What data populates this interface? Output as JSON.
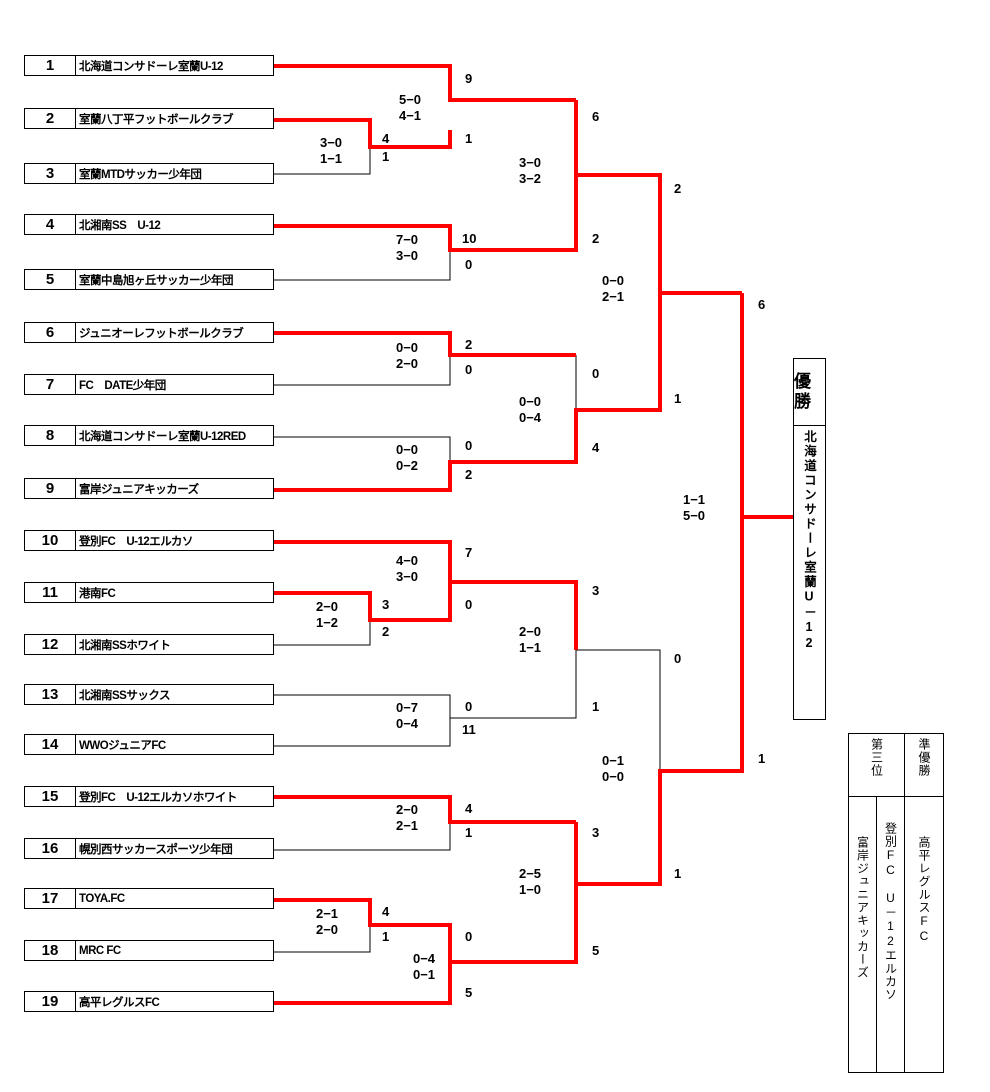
{
  "teams": [
    {
      "seed": "1",
      "name": "北海道コンサドーレ室蘭U-12"
    },
    {
      "seed": "2",
      "name": "室蘭八丁平フットボールクラブ"
    },
    {
      "seed": "3",
      "name": "室蘭MTDサッカー少年団"
    },
    {
      "seed": "4",
      "name": "北湘南SS　U-12"
    },
    {
      "seed": "5",
      "name": "室蘭中島旭ヶ丘サッカー少年団"
    },
    {
      "seed": "6",
      "name": "ジュニオーレフットボールクラブ"
    },
    {
      "seed": "7",
      "name": "FC　DATE少年団"
    },
    {
      "seed": "8",
      "name": "北海道コンサドーレ室蘭U-12RED"
    },
    {
      "seed": "9",
      "name": "富岸ジュニアキッカーズ"
    },
    {
      "seed": "10",
      "name": "登別FC　U-12エルカソ"
    },
    {
      "seed": "11",
      "name": "港南FC"
    },
    {
      "seed": "12",
      "name": "北湘南SSホワイト"
    },
    {
      "seed": "13",
      "name": "北湘南SSサックス"
    },
    {
      "seed": "14",
      "name": "WWOジュニアFC"
    },
    {
      "seed": "15",
      "name": "登別FC　U-12エルカソホワイト"
    },
    {
      "seed": "16",
      "name": "幌別西サッカースポーツ少年団"
    },
    {
      "seed": "17",
      "name": "TOYA.FC"
    },
    {
      "seed": "18",
      "name": "MRC FC"
    },
    {
      "seed": "19",
      "name": "高平レグルスFC"
    }
  ],
  "scores": [
    "9",
    "1",
    "4",
    "1",
    "10",
    "0",
    "2",
    "0",
    "0",
    "2",
    "7",
    "0",
    "3",
    "2",
    "0",
    "11",
    "4",
    "1",
    "4",
    "1",
    "0",
    "5",
    "6",
    "2",
    "0",
    "4",
    "3",
    "1",
    "3",
    "5",
    "2",
    "1",
    "0",
    "1",
    "6",
    "1"
  ],
  "halves": [
    [
      "5−0",
      "4−1"
    ],
    [
      "3−0",
      "1−1"
    ],
    [
      "7−0",
      "3−0"
    ],
    [
      "0−0",
      "2−0"
    ],
    [
      "0−0",
      "0−2"
    ],
    [
      "4−0",
      "3−0"
    ],
    [
      "2−0",
      "1−2"
    ],
    [
      "0−7",
      "0−4"
    ],
    [
      "2−0",
      "2−1"
    ],
    [
      "2−1",
      "2−0"
    ],
    [
      "0−4",
      "0−1"
    ],
    [
      "3−0",
      "3−2"
    ],
    [
      "0−0",
      "0−4"
    ],
    [
      "2−0",
      "1−1"
    ],
    [
      "2−5",
      "1−0"
    ],
    [
      "0−0",
      "2−1"
    ],
    [
      "0−1",
      "0−0"
    ],
    [
      "1−1",
      "5−0"
    ]
  ],
  "champion": {
    "heading": "優勝",
    "team": "北海道コンサドーレ室蘭U－12"
  },
  "places": {
    "runner_up_heading": "準優勝",
    "runner_up": "高平レグルスFC",
    "third_heading": "第三位",
    "third_1": "登別FC　U－12エルカソ",
    "third_2": "富岸ジュニアキッカーズ"
  },
  "colors": {
    "win": "#ff0000",
    "line": "#000000"
  }
}
